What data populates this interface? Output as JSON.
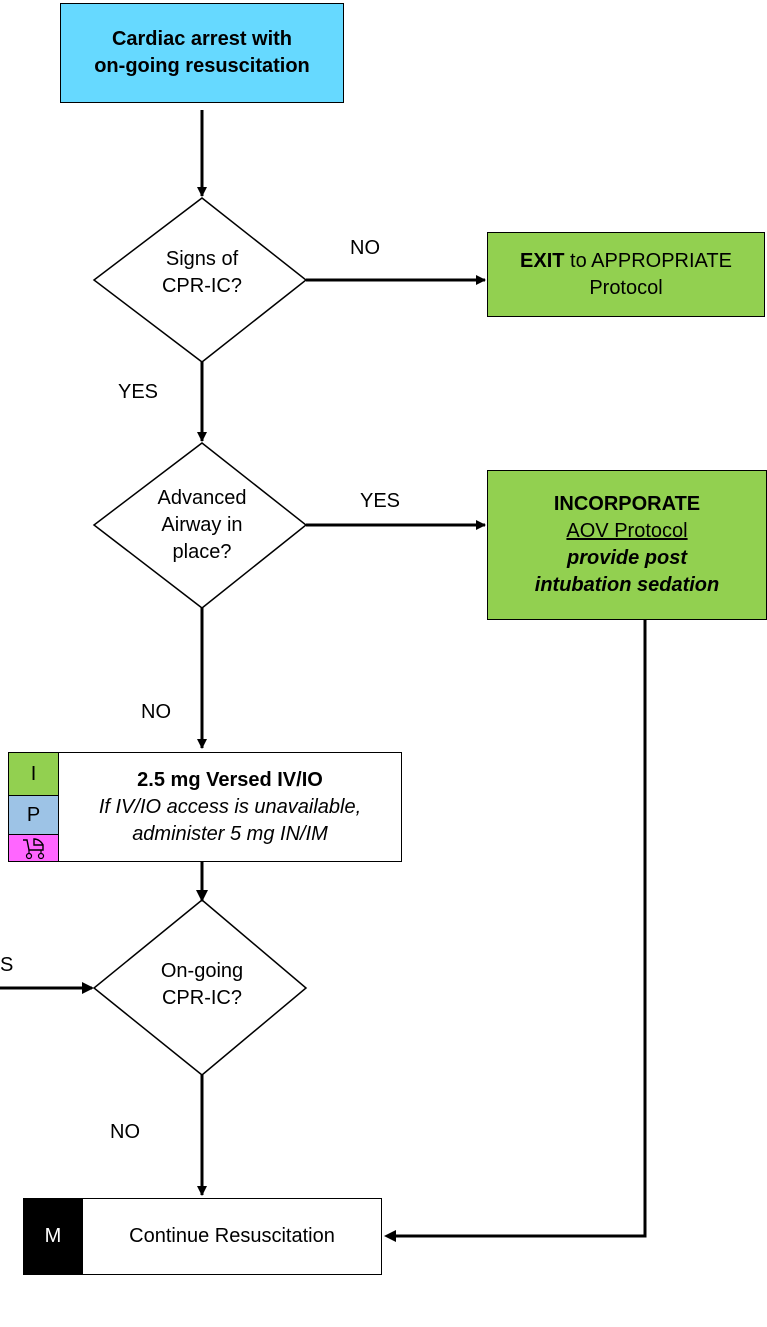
{
  "start": {
    "line1": "Cardiac arrest with",
    "line2": "on-going resuscitation"
  },
  "decision_signs": {
    "line1": "Signs of",
    "line2": "CPR-IC?"
  },
  "exit_box": {
    "bold": "EXIT",
    "rest": " to APPROPRIATE",
    "line2": "Protocol"
  },
  "decision_airway": {
    "line1": "Advanced",
    "line2": "Airway in",
    "line3": "place?"
  },
  "incorporate_box": {
    "line1": "INCORPORATE",
    "line2": "AOV Protocol",
    "line3": "provide post",
    "line4": "intubation sedation"
  },
  "versed_box": {
    "line1": "2.5 mg Versed IV/IO",
    "line2": "If IV/IO access is unavailable,",
    "line3": "administer 5 mg IN/IM"
  },
  "level_tags": {
    "i": "I",
    "p": "P",
    "pediatric_icon": "stroller-icon"
  },
  "decision_ongoing": {
    "line1": "On-going",
    "line2": "CPR-IC?"
  },
  "continue_box": {
    "tag": "M",
    "label": "Continue Resuscitation"
  },
  "edge_labels": {
    "no_1": "NO",
    "yes_1": "YES",
    "yes_2": "YES",
    "no_2": "NO",
    "no_3": "NO",
    "yes_cut": "S"
  },
  "colors": {
    "start": "#66d9ff",
    "green": "#92d050",
    "tag_i": "#92d050",
    "tag_p": "#9dc3e6",
    "tag_ped": "#ff66ff",
    "tag_m": "#000000"
  }
}
